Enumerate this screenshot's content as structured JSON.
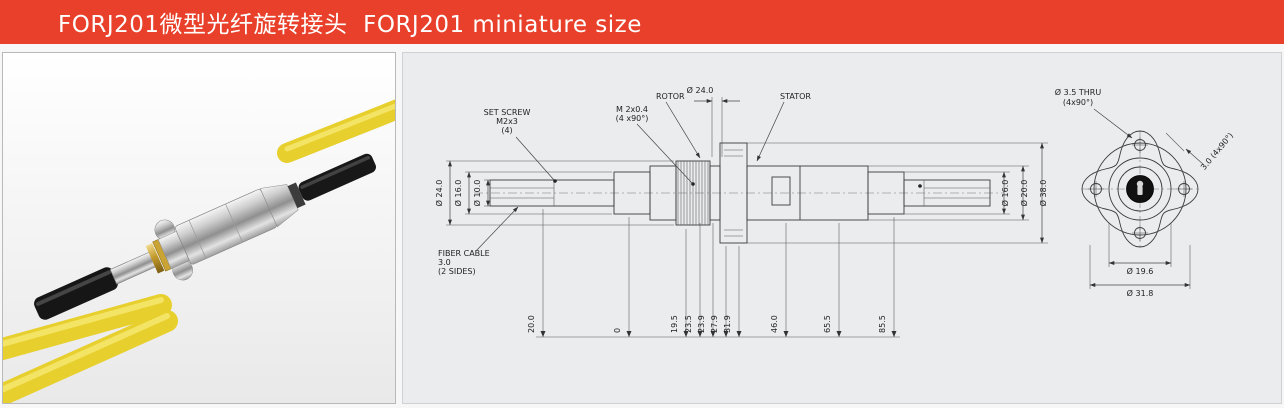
{
  "header": {
    "title": "FORJ201微型光纤旋转接头  FORJ201 miniature size"
  },
  "drawing": {
    "callouts": {
      "set_screw_1": "SET SCREW",
      "set_screw_2": "M2x3",
      "set_screw_3": "(4)",
      "thread_1": "M 2x0.4",
      "thread_2": "(4 x90°)",
      "rotor": "ROTOR",
      "stator": "STATOR",
      "fiber_1": "FIBER CABLE",
      "fiber_2": "3.0",
      "fiber_3": "(2 SIDES)"
    },
    "dims": {
      "top_diameter": "Ø 24.0",
      "left": [
        "Ø 24.0",
        "Ø 16.0",
        "Ø 10.0"
      ],
      "right": [
        "Ø 16.0",
        "Ø 20.0",
        "Ø 38.0"
      ],
      "bottom": [
        "20.0",
        "0",
        "19.5",
        "23.5",
        "23.9",
        "27.9",
        "31.9",
        "46.0",
        "65.5",
        "85.5"
      ]
    },
    "end_view": {
      "hole_note_1": "Ø 3.5 THRU",
      "hole_note_2": "(4x90°)",
      "flat_note": "3.0 (4x90°)",
      "inner_diameter": "Ø 19.6",
      "outer_diameter": "Ø 31.8"
    }
  }
}
